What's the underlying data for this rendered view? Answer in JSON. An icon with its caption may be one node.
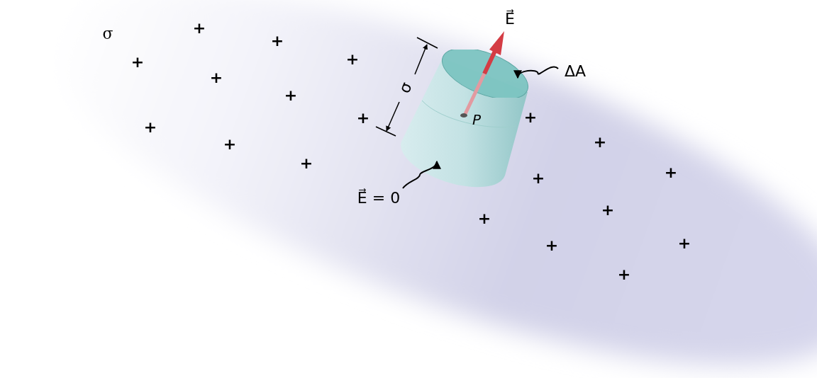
{
  "diagram": {
    "nodes": [
      {
        "text": [
          "ΔA"
        ]
      },
      {
        "text": [],
        "shape": "ellipse"
      },
      {
        "text": [
          "E⃗ = 0"
        ]
      },
      {
        "text": [],
        "shape": "cylinder"
      }
    ],
    "edges": [
      {
        "from": 0,
        "to": 1,
        "arrow": "to"
      },
      {
        "from": 2,
        "to": 3,
        "arrow": "to"
      }
    ],
    "labels": [
      "E⃗",
      "+",
      "σ",
      "+",
      "+",
      "+",
      "+",
      "σ",
      "+",
      "+",
      "+",
      "P",
      "+",
      "+",
      "+",
      "+",
      "+",
      "+",
      "+",
      "+",
      "+",
      "+",
      "+"
    ]
  }
}
